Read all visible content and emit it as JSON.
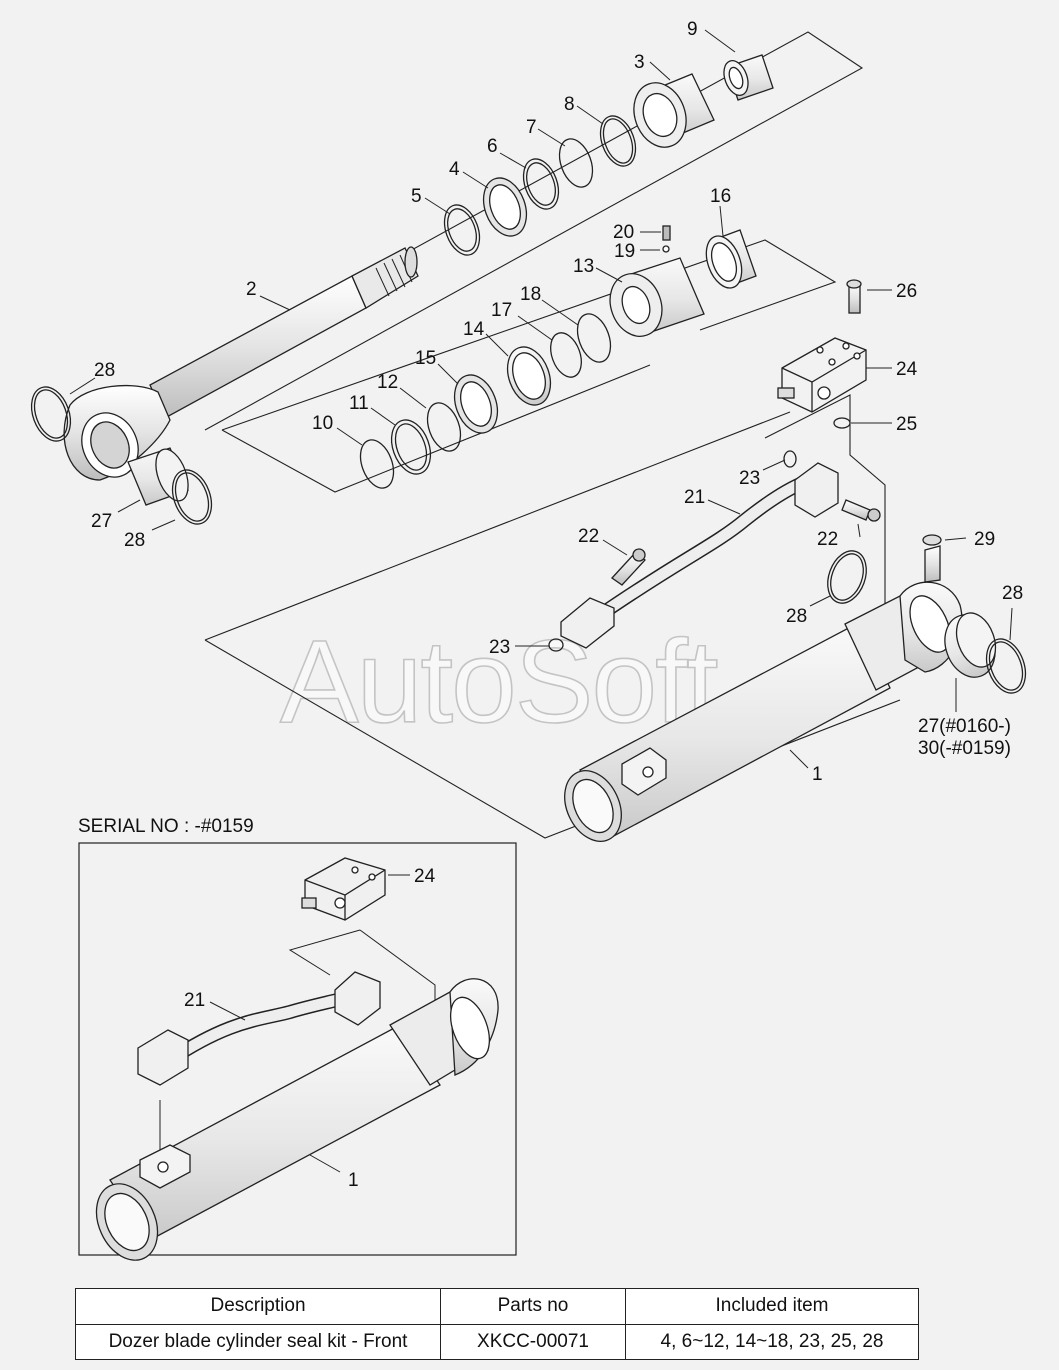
{
  "watermark": "AutoSoft",
  "callouts": {
    "c1": "1",
    "c2": "2",
    "c3": "3",
    "c4": "4",
    "c5": "5",
    "c6": "6",
    "c7": "7",
    "c8": "8",
    "c9": "9",
    "c10": "10",
    "c11": "11",
    "c12": "12",
    "c13": "13",
    "c14": "14",
    "c15": "15",
    "c16": "16",
    "c17": "17",
    "c18": "18",
    "c19": "19",
    "c20": "20",
    "c21": "21",
    "c22": "22",
    "c23": "23",
    "c24": "24",
    "c25": "25",
    "c26": "26",
    "c27": "27",
    "c28": "28",
    "c29": "29",
    "c27_serial": "27(#0160-)",
    "c30_serial": "30(-#0159)"
  },
  "inset": {
    "title": "SERIAL NO : -#0159",
    "callouts": {
      "c24": "24",
      "c21": "21",
      "c1": "1"
    }
  },
  "seal_kit_table": {
    "headers": [
      "Description",
      "Parts no",
      "Included item"
    ],
    "rows": [
      [
        "Dozer blade cylinder seal kit - Front",
        "XKCC-00071",
        "4, 6~12, 14~18, 23, 25, 28"
      ]
    ]
  }
}
